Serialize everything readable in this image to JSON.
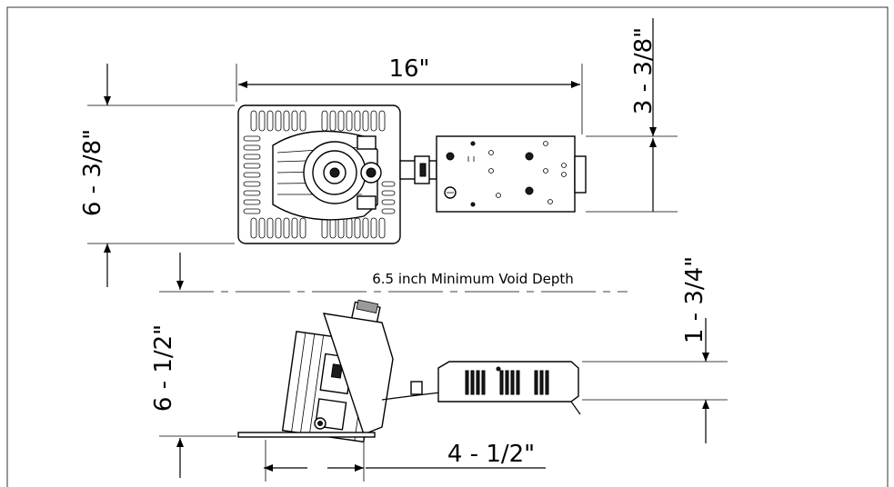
{
  "dimensions": {
    "top_width": "16\"",
    "top_height": "6 - 3/8\"",
    "driver_height": "3 - 3/8\"",
    "side_height": "6 - 1/2\"",
    "driver_side_height": "1 - 3/4\"",
    "trim_width": "4 - 1/2\""
  },
  "notes": {
    "void_depth": "6.5 inch Minimum Void Depth"
  },
  "colors": {
    "line": "#000000",
    "background": "#ffffff"
  }
}
